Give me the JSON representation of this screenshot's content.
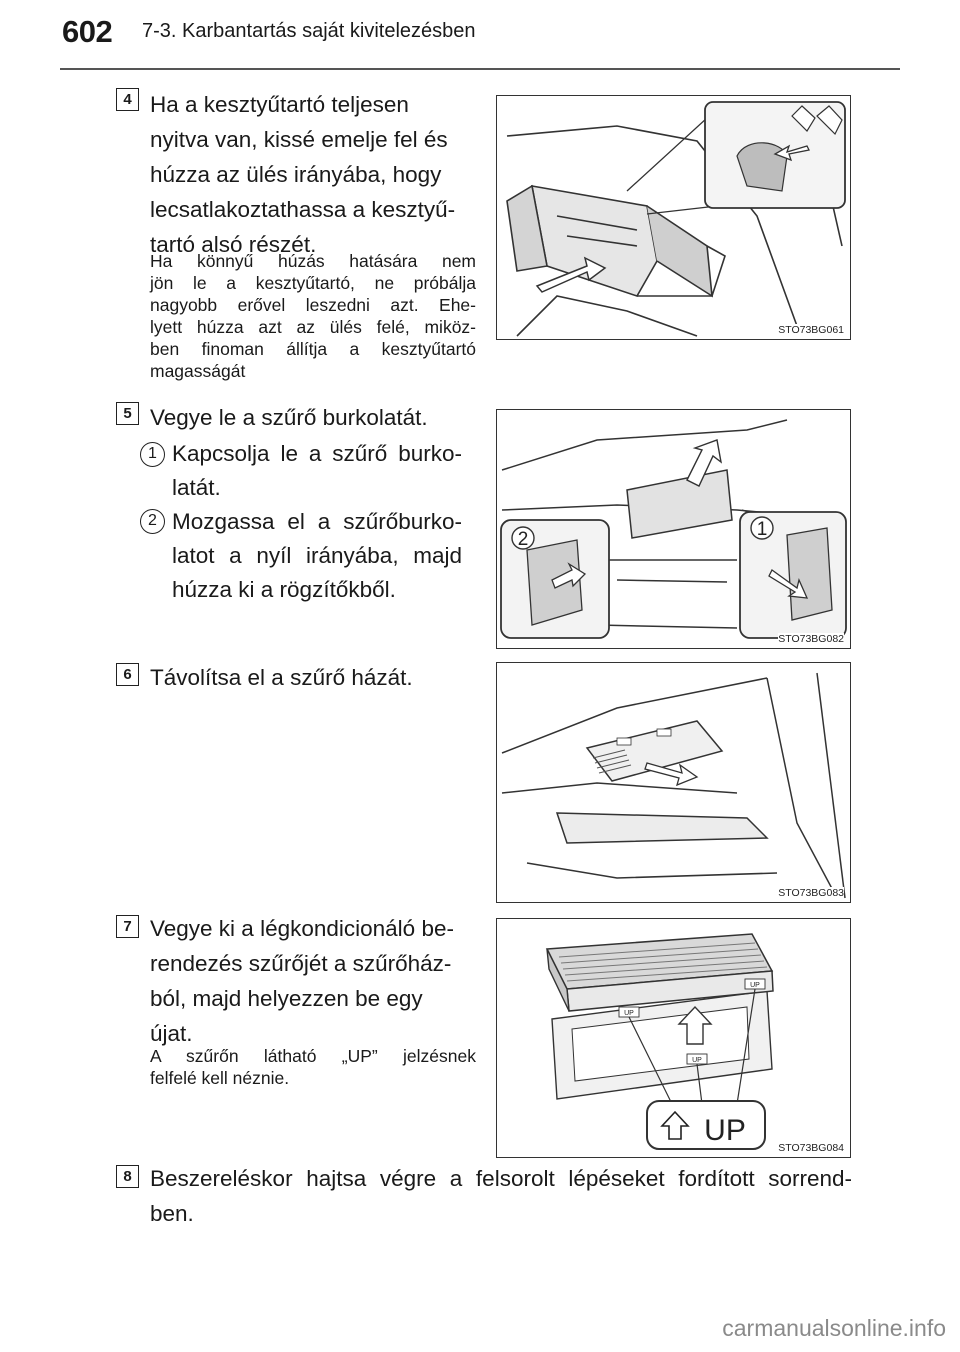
{
  "header": {
    "page_number": "602",
    "chapter": "7-3. Karbantartás saját kivitelezésben"
  },
  "steps": [
    {
      "number": "4",
      "lines": [
        "Ha a kesztyűtartó teljesen",
        "nyitva van, kissé emelje fel és",
        "húzza az ülés irányába, hogy",
        "lecsatlakoztathassa a kesztyű-",
        "tartó alsó részét."
      ],
      "note_lines": [
        "Ha könnyű húzás hatására nem",
        "jön le a kesztyűtartó, ne próbálja",
        "nagyobb erővel leszedni azt. Ehe-",
        "lyett húzza azt az ülés felé, miköz-",
        "ben finoman állítja a kesztyűtartó",
        "magasságát"
      ],
      "figure_code": "STO73BG061"
    },
    {
      "number": "5",
      "lines": [
        "Vegye le a szűrő burkolatát."
      ],
      "substeps": [
        {
          "marker": "1",
          "lines": [
            "Kapcsolja le a szűrő burko-",
            "latát."
          ]
        },
        {
          "marker": "2",
          "lines": [
            "Mozgassa el a szűrőburko-",
            "latot a nyíl irányába, majd",
            "húzza ki a rögzítőkből."
          ]
        }
      ],
      "figure_code": "STO73BG082",
      "figure_callouts": [
        "2",
        "1"
      ]
    },
    {
      "number": "6",
      "lines": [
        "Távolítsa el a szűrő házát."
      ],
      "figure_code": "STO73BG083"
    },
    {
      "number": "7",
      "lines": [
        "Vegye ki a légkondicionáló be-",
        "rendezés szűrőjét a szűrőház-",
        "ból, majd helyezzen be egy",
        "újat."
      ],
      "note_lines": [
        "A szűrőn látható „UP” jelzésnek",
        "felfelé kell néznie."
      ],
      "figure_code": "STO73BG084",
      "figure_labels": [
        "UP",
        "UP",
        "UP",
        "UP"
      ]
    },
    {
      "number": "8",
      "lines": [
        "Beszereléskor hajtsa végre a felsorolt lépéseket fordított sorrend-",
        "ben."
      ]
    }
  ],
  "footer": {
    "watermark": "carmanualsonline.info"
  }
}
